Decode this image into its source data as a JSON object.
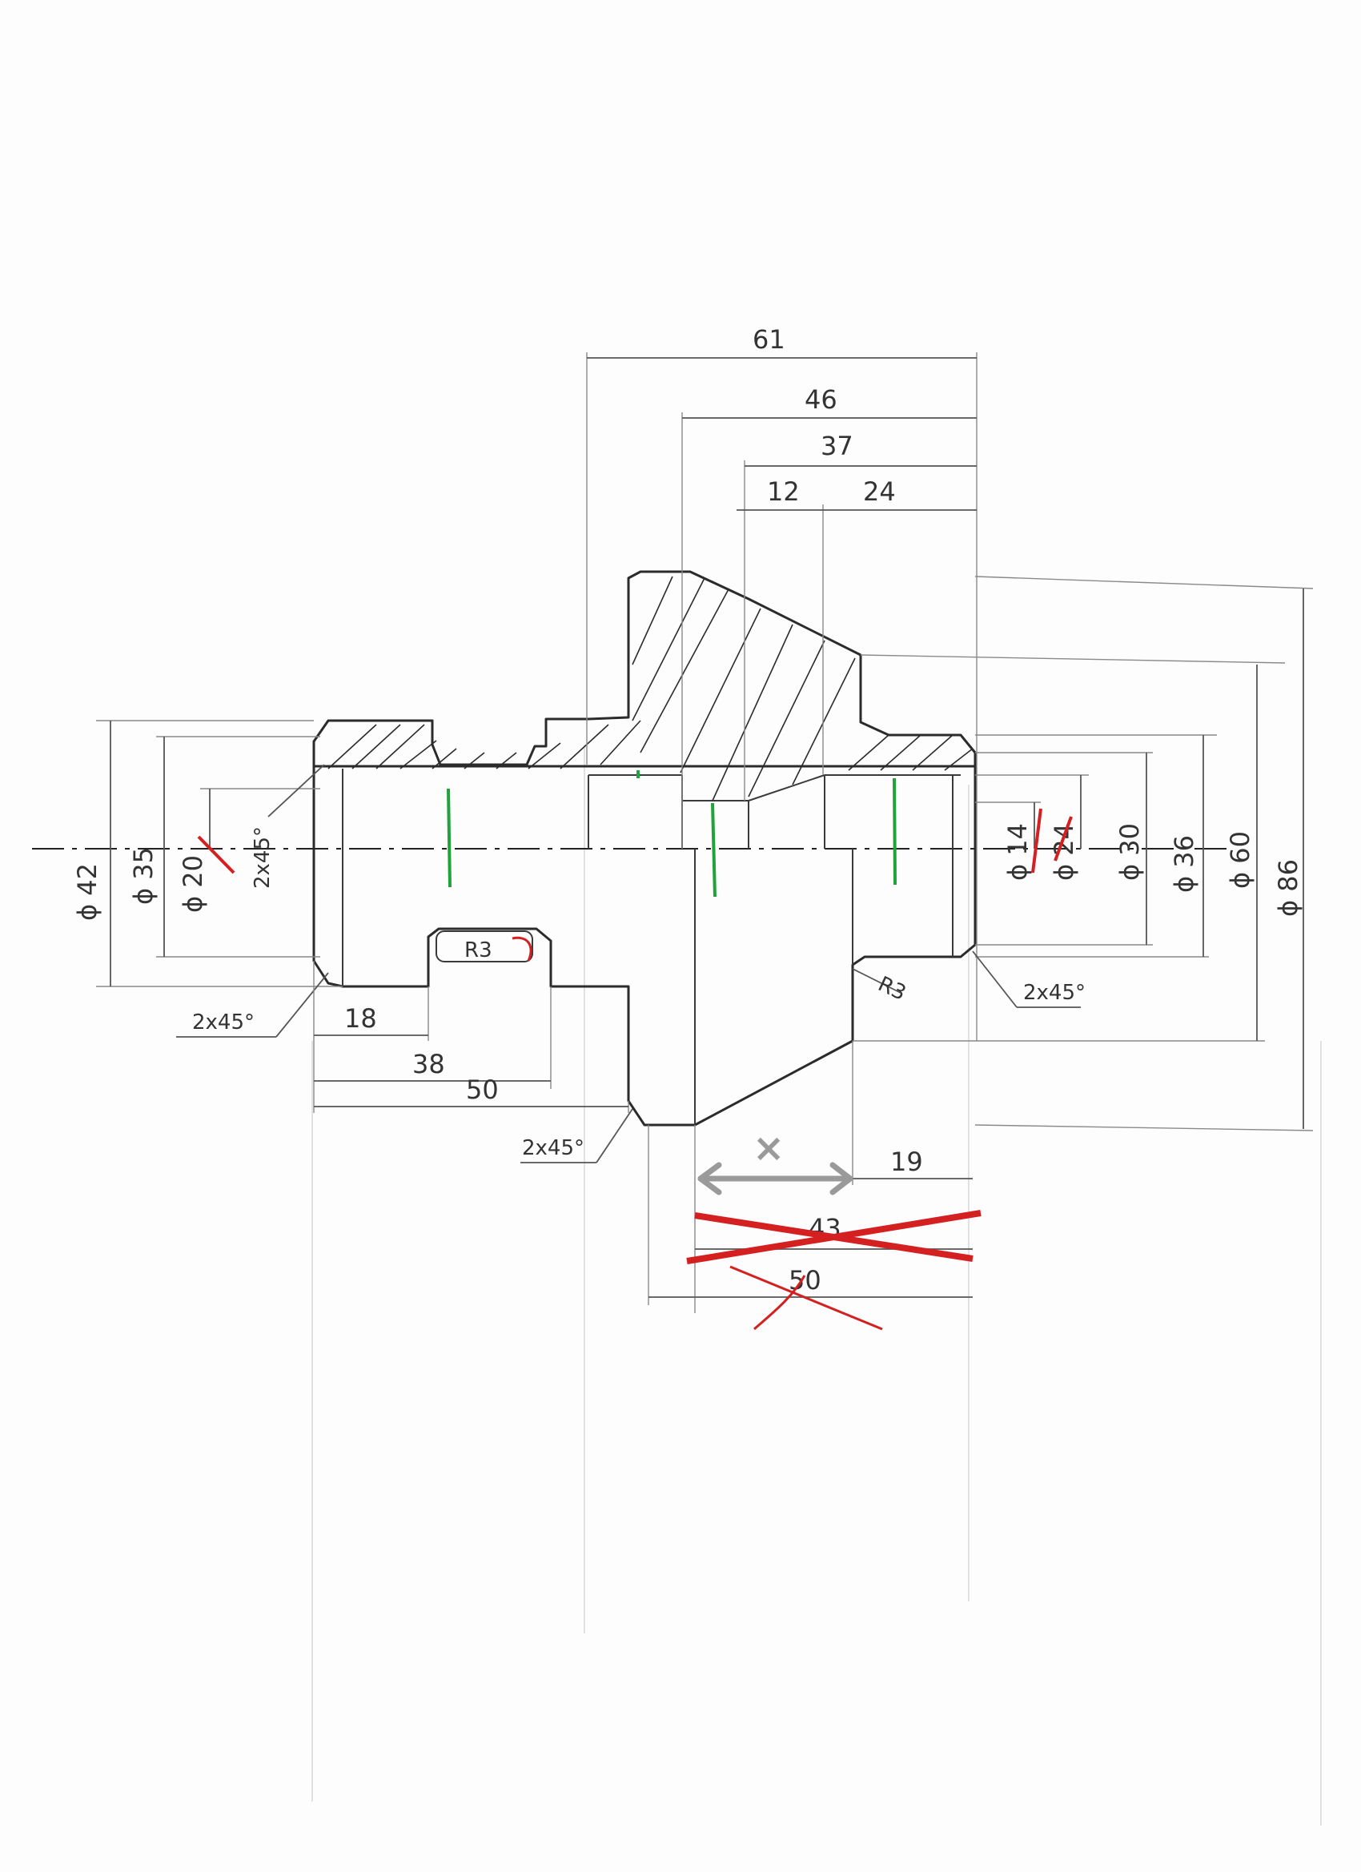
{
  "drawing": {
    "colors": {
      "pencil": "#2b2b2b",
      "correction_red": "#d42020",
      "marker_green": "#1fa33a",
      "marker_grey": "#9a9a9a"
    },
    "top_dims": {
      "d61": "61",
      "d46": "46",
      "d37": "37",
      "d12": "12",
      "d24": "24"
    },
    "bottom_dims": {
      "d18": "18",
      "d38": "38",
      "d50": "50",
      "d19": "19",
      "unknown": "×",
      "struck_43": "43",
      "struck_50": "50"
    },
    "left_diameters": {
      "d42": "ϕ 42",
      "d35": "ϕ 35",
      "d20": "ϕ 20"
    },
    "right_diameters": {
      "d14": "ϕ 14",
      "d24": "ϕ 24",
      "d30": "ϕ 30",
      "d36": "ϕ 36",
      "d60": "ϕ 60",
      "d86": "ϕ 86"
    },
    "chamfers": {
      "left_inner": "2x45°",
      "left_bottom": "2x45°",
      "center_bottom": "2x45°",
      "right": "2x45°"
    },
    "radii": {
      "left_groove": "R3",
      "right": "R3"
    }
  }
}
